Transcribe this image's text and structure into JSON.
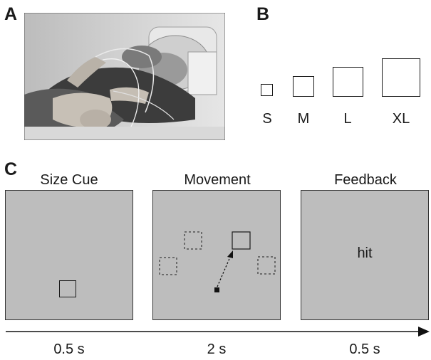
{
  "panels": {
    "a": "A",
    "b": "B",
    "c": "C"
  },
  "photo": {
    "description": "participant lying in MRI scanner holding device",
    "icon": "photo-image"
  },
  "target_sizes": {
    "labels": [
      "S",
      "M",
      "L",
      "XL"
    ]
  },
  "trial": {
    "screens": [
      {
        "title": "Size Cue",
        "duration": "0.5 s"
      },
      {
        "title": "Movement",
        "duration": "2 s"
      },
      {
        "title": "Feedback",
        "duration": "0.5 s",
        "message": "hit"
      }
    ]
  },
  "colors": {
    "screen_background": "#bdbdbd",
    "outline": "#1a1a1a"
  }
}
